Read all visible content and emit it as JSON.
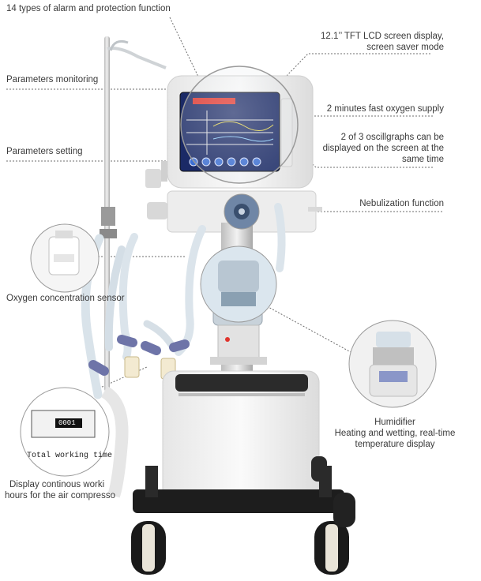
{
  "labels": {
    "alarm": "14 types of alarm and protection function",
    "lcd_line1": "12.1’’ TFT LCD screen display,",
    "lcd_line2": "screen saver mode",
    "monitoring": "Parameters monitoring",
    "oxygen_supply": "2 minutes fast oxygen supply",
    "oscill_line1": "2 of 3 oscillgraphs can be",
    "oscill_line2": "displayed on the screen at the",
    "oscill_line3": "same time",
    "setting": "Parameters setting",
    "nebulization": "Nebulization function",
    "o2_sensor": "Oxygen concentration  sensor",
    "humidifier_title": "Humidifier",
    "humidifier_line1": "Heating and wetting, real-time",
    "humidifier_line2": "temperature display",
    "counter_line1": "Display continous worki",
    "counter_line2": "hours for the air compresso"
  },
  "counter_inset": {
    "caption": "Total working time",
    "digits": "0001"
  },
  "colors": {
    "accent": "#e0342c",
    "screen": "#1b2a66",
    "body": "#f2f2f2",
    "tube": "#d9e3ea",
    "cuff": "#6e74a8"
  }
}
